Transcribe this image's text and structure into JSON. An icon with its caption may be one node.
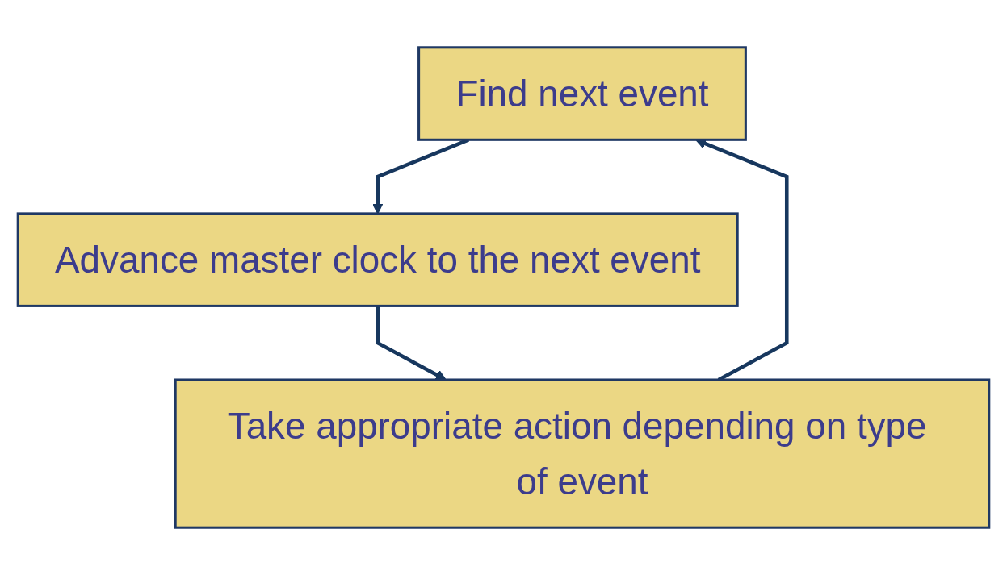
{
  "diagram": {
    "nodes": [
      {
        "text": [
          "Find next event"
        ]
      },
      {
        "text": [
          "Advance master clock to the next event"
        ]
      },
      {
        "text": [
          "Take appropriate action depending on type of event"
        ]
      }
    ],
    "edges": [
      {
        "from": 0,
        "to": 1,
        "arrow": "to"
      },
      {
        "from": 1,
        "to": 2,
        "arrow": "to"
      },
      {
        "from": 2,
        "to": 0,
        "arrow": "to"
      }
    ]
  }
}
